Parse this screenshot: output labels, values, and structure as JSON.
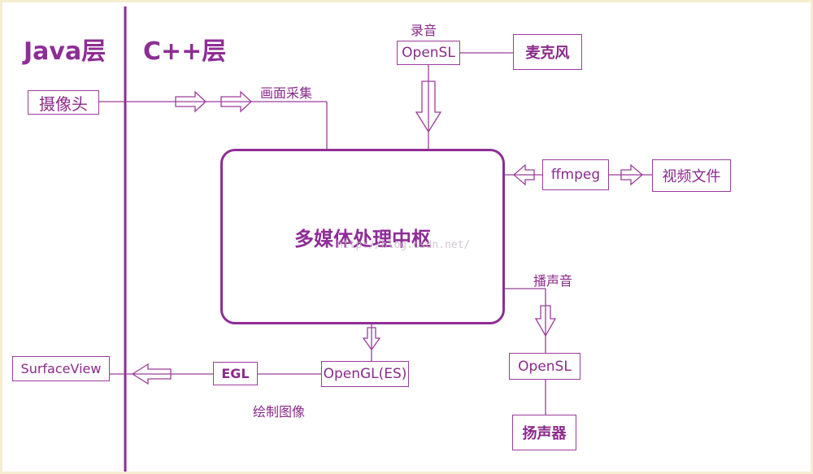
{
  "colors": {
    "primary": "#8e2d96",
    "border": "#9b3d9b",
    "frame": "#f6ecd0"
  },
  "layers": {
    "java": "Java层",
    "cpp": "C++层"
  },
  "hub": {
    "label": "多媒体处理中枢"
  },
  "watermark": "http://blog.csdn.net/",
  "boxes": {
    "camera": "摄像头",
    "opensl_record": "OpenSL",
    "microphone": "麦克风",
    "ffmpeg": "ffmpeg",
    "video_file": "视频文件",
    "opensl_play": "OpenSL",
    "speaker": "扬声器",
    "opengl": "OpenGL(ES)",
    "egl": "EGL",
    "surfaceview": "SurfaceView"
  },
  "labels": {
    "record": "录音",
    "capture": "画面采集",
    "play_sound": "播声音",
    "draw_image": "绘制图像"
  }
}
